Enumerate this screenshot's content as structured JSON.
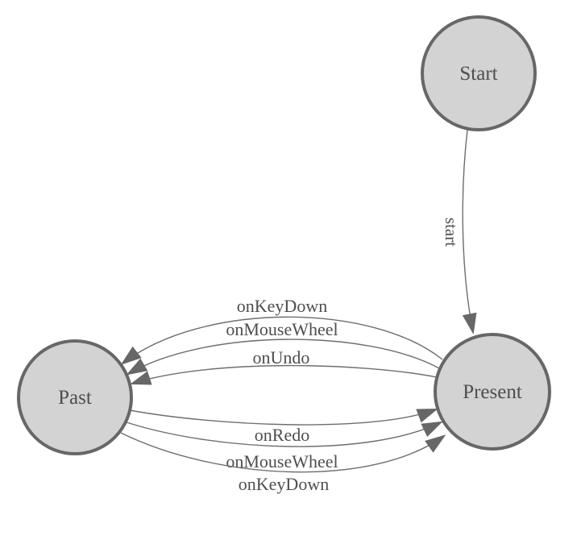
{
  "diagram": {
    "type": "state-machine",
    "background": "#ffffff",
    "colors": {
      "node_fill": "#d3d3d3",
      "node_border": "#676767",
      "edge_line": "#6e6e6e",
      "arrowhead": "#676767",
      "label_text": "#4e4e4e"
    },
    "nodes": [
      {
        "id": "start",
        "label": "Start"
      },
      {
        "id": "present",
        "label": "Present"
      },
      {
        "id": "past",
        "label": "Past"
      }
    ],
    "edges": [
      {
        "from": "Start",
        "to": "Present",
        "label": "start"
      },
      {
        "from": "Present",
        "to": "Past",
        "label": "onKeyDown"
      },
      {
        "from": "Present",
        "to": "Past",
        "label": "onMouseWheel"
      },
      {
        "from": "Present",
        "to": "Past",
        "label": "onUndo"
      },
      {
        "from": "Past",
        "to": "Present",
        "label": "onRedo"
      },
      {
        "from": "Past",
        "to": "Present",
        "label": "onMouseWheel"
      },
      {
        "from": "Past",
        "to": "Present",
        "label": "onKeyDown"
      }
    ]
  }
}
